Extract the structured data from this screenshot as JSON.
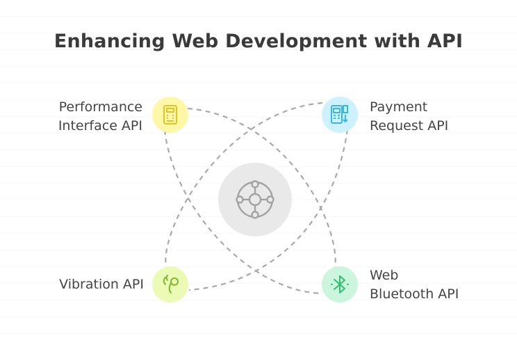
{
  "title": "Enhancing Web Development with API",
  "hub": {
    "icon": "network-hub-icon"
  },
  "nodes": {
    "performance": {
      "lines": [
        "Performance",
        "Interface API"
      ],
      "icon": "calculator-icon",
      "color": "#fff7a8",
      "icon_color": "#e2c325"
    },
    "payment": {
      "lines": [
        "Payment",
        "Request API"
      ],
      "icon": "payment-terminal-icon",
      "color": "#cdf1fd",
      "icon_color": "#38b7e6"
    },
    "vibration": {
      "lines": [
        "Vibration API"
      ],
      "icon": "vibrating-earbud-icon",
      "color": "#ebfbb5",
      "icon_color": "#7fb62a"
    },
    "bluetooth": {
      "lines": [
        "Web",
        "Bluetooth API"
      ],
      "icon": "bluetooth-icon",
      "color": "#cbf6dd",
      "icon_color": "#2fbf6f"
    }
  },
  "colors": {
    "hub": "#e9e9e9",
    "hub_icon": "#a2a2a2",
    "dashed_line": "#a9a9a9"
  }
}
